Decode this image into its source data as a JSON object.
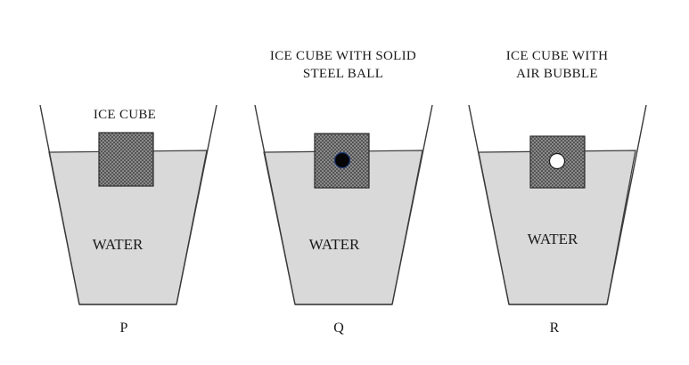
{
  "colors": {
    "water": "#d9d9d9",
    "outline": "#3a3a3a",
    "ice_fill": "#9a9a9a",
    "ice_pattern": "#4a4a4a",
    "steel_ball": "#050505",
    "steel_ball_edge": "#1f3a7a",
    "air_bubble": "#ffffff"
  },
  "beakers": [
    {
      "id": "P",
      "name": "P",
      "water_label": "WATER",
      "title_lines": [
        "ICE CUBE"
      ],
      "inclusion": "none"
    },
    {
      "id": "Q",
      "name": "Q",
      "water_label": "WATER",
      "title_lines": [
        "ICE CUBE WITH SOLID",
        "STEEL BALL"
      ],
      "inclusion": "steel-ball"
    },
    {
      "id": "R",
      "name": "R",
      "water_label": "WATER",
      "title_lines": [
        "ICE CUBE WITH",
        "AIR BUBBLE"
      ],
      "inclusion": "air-bubble"
    }
  ]
}
